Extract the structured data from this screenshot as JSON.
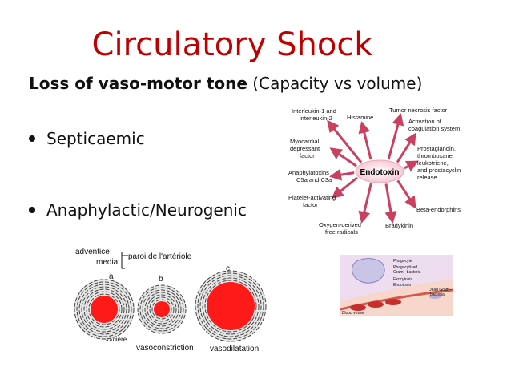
{
  "slide": {
    "title": "Circulatory Shock",
    "subtitle_bold": "Loss of vaso-motor tone",
    "subtitle_rest": " (Capacity vs volume)",
    "bullets": [
      "Septicaemic",
      "Anaphylactic/Neurogenic"
    ]
  },
  "endotoxin_diagram": {
    "center": "Endotoxin",
    "labels": {
      "il1": "Interleukin-1 and",
      "il2": "interleukin-2",
      "histamine": "Histamine",
      "tnf": "Tumor necrosis factor",
      "coag1": "Activation of",
      "coag2": "coagulation system",
      "myo1": "Myocardial",
      "myo2": "depressant",
      "myo3": "factor",
      "prost1": "Prostaglandin,",
      "prost2": "thromboxane,",
      "prost3": "leukotriene,",
      "prost4": "and prostacyclin",
      "prost5": "release",
      "ana1": "Anaphylatoxins",
      "ana2": "C5a and C3a",
      "plat1": "Platelet-activating",
      "plat2": "factor",
      "beta": "Beta-endorphins",
      "oxy1": "Oxygen-derived",
      "oxy2": "free radicals",
      "brady": "Bradykinin"
    }
  },
  "arteriole_diagram": {
    "adventice": "adventice",
    "media": "media",
    "paroi": "paroi de l'artériole",
    "a": "a",
    "b": "b",
    "c": "c",
    "lumiere": "lumière",
    "vasoconstriction": "vasoconstriction",
    "vasodilatation": "vasodilatation"
  },
  "phagocyte_diagram": {
    "phagocyte": "Phagocyte",
    "phagocytized1": "Phagocytized",
    "phagocytized2": "Gram– bacteria",
    "exocytosis": "Exocytosis",
    "endotoxin": "Endotoxin",
    "dead1": "Dead Gram–",
    "dead2": "bacteria",
    "blood_vessel": "Blood vessel"
  },
  "colors": {
    "title": "#c00000",
    "arrow": "#c94060",
    "lumen": "#ff1a1a"
  }
}
